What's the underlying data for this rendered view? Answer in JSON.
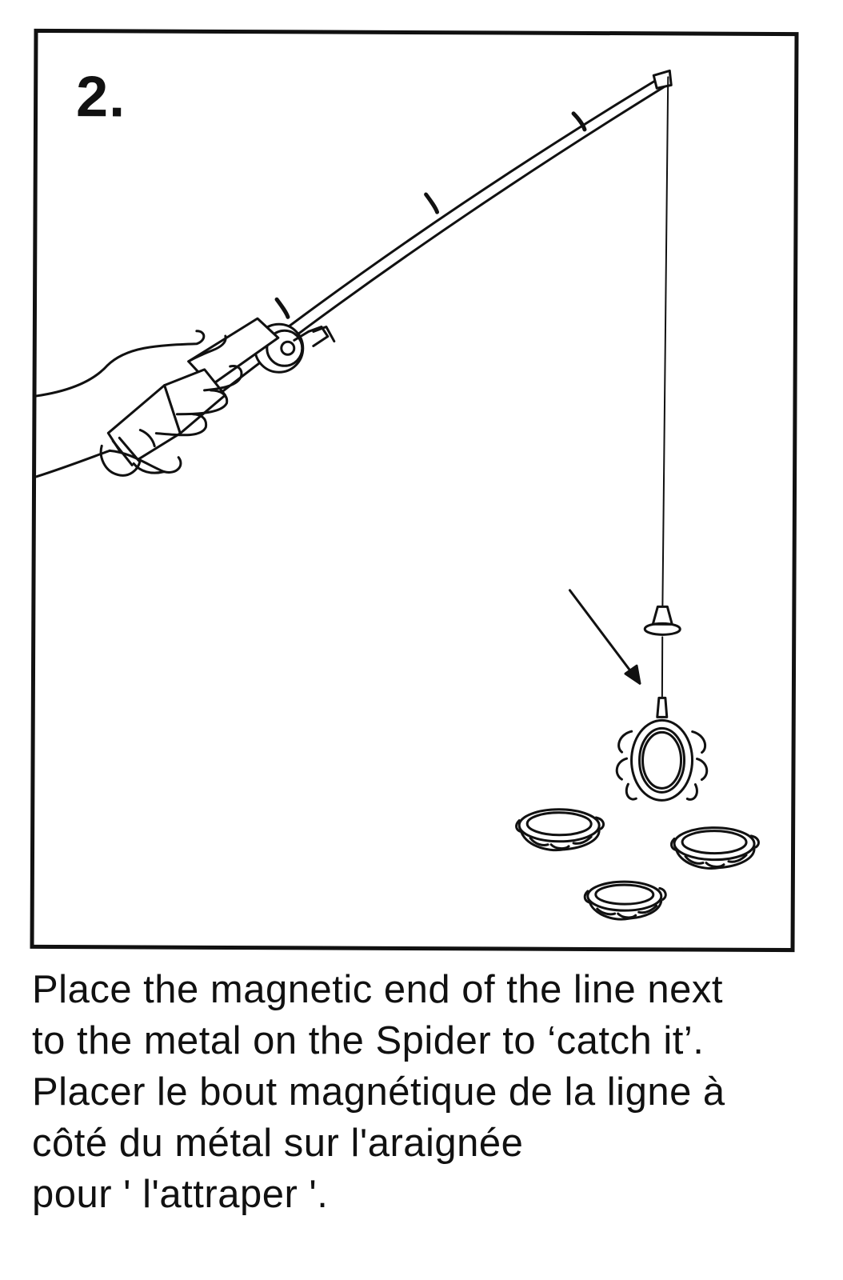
{
  "step": {
    "number": "2."
  },
  "caption": {
    "english_line_1": "Place the magnetic end of the line next",
    "english_line_2": "to the metal on the Spider to ‘catch it’.",
    "french_line_1": "Placer le bout magnétique de la ligne à",
    "french_line_2": "côté du métal sur l'araignée",
    "french_line_3": "pour ' l'attraper '."
  },
  "colors": {
    "ink": "#111111",
    "paper": "#ffffff"
  },
  "icons": [
    "hand-holding-rod",
    "fishing-rod",
    "magnetic-line-end",
    "pointer-arrow",
    "spider-with-metal",
    "spider-piece"
  ]
}
